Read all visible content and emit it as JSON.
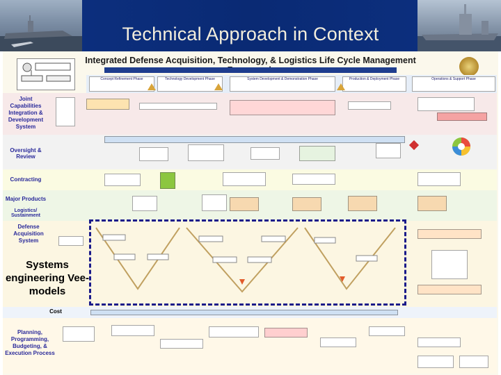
{
  "slide": {
    "title": "Technical Approach in Context",
    "highlight_label": "Systems engineering Vee-models"
  },
  "framework": {
    "title": "Integrated Defense Acquisition, Technology, & Logistics Life Cycle Management Framework",
    "row_labels": {
      "jcids": "Joint Capabilities Integration & Development System",
      "oversight": "Oversight & Review",
      "contracting": "Contracting",
      "major_products": "Major Products",
      "logistics": "Logistics/ Sustainment",
      "das": "Defense Acquisition System",
      "ppbe": "Planning, Programming, Budgeting, & Execution Process",
      "cost": "Cost"
    },
    "phases": [
      "Concept Refinement Phase",
      "Technology Development Phase",
      "System Development & Demonstration Phase",
      "Production & Deployment Phase",
      "Operations & Support Phase"
    ]
  },
  "colors": {
    "banner": "#0a2a74",
    "title_text": "#f2eddc",
    "highlight_border": "#1a1a8a",
    "row_label": "#2a2a9a"
  }
}
